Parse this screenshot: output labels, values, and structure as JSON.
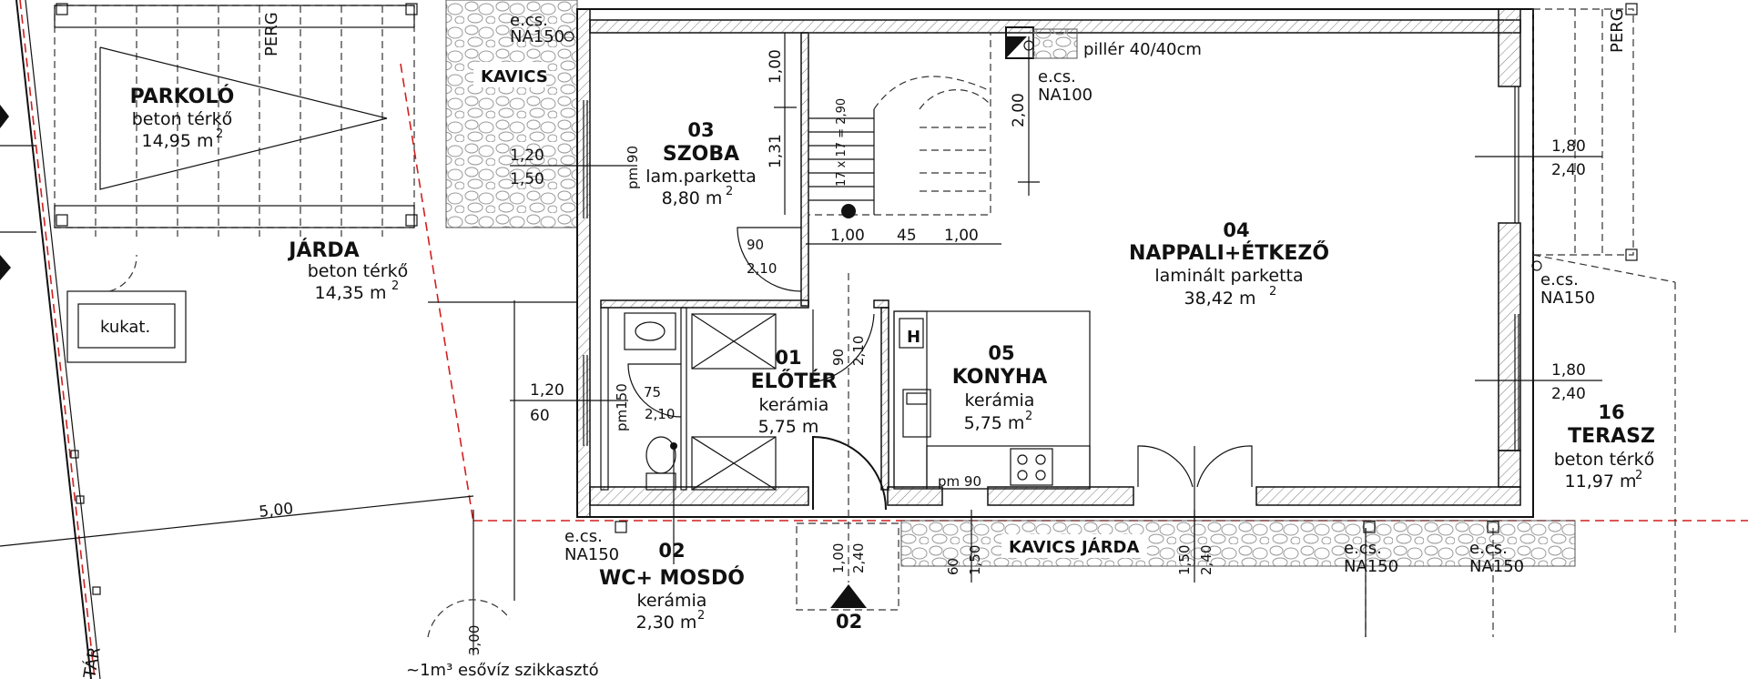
{
  "rooms": {
    "parkolo": {
      "name": "PARKOLÓ",
      "material": "beton térkő",
      "area": "14,95 m",
      "sup": "2"
    },
    "szoba": {
      "number": "03",
      "name": "SZOBA",
      "material": "lam.parketta",
      "area": "8,80 m",
      "sup": "2"
    },
    "nappali": {
      "number": "04",
      "name": "NAPPALI+ÉTKEZŐ",
      "material": "laminált parketta",
      "area": "38,42 m",
      "sup": "2"
    },
    "jarda": {
      "name": "JÁRDA",
      "material": "beton térkő",
      "area": "14,35 m",
      "sup": "2"
    },
    "eloter": {
      "number": "01",
      "name": "ELŐTÉR",
      "material": "kerámia",
      "area": "5,75 m"
    },
    "konyha": {
      "number": "05",
      "name": "KONYHA",
      "material": "kerámia",
      "area": "5,75 m",
      "sup": "2"
    },
    "terasz": {
      "number": "16",
      "name": "TERASZ",
      "material": "beton térkő",
      "area": "11,97 m",
      "sup": "2"
    },
    "wc": {
      "number": "02",
      "name": "WC+ MOSDÓ",
      "material": "kerámia",
      "area": "2,30 m",
      "sup": "2"
    }
  },
  "labels": {
    "kavics": "KAVICS",
    "kavics_jarda": "KAVICS JÁRDA",
    "pillar": "pillér 40/40cm",
    "kukat": "kukat.",
    "szikkaszto": "~1m³ esővíz szikkasztó",
    "perg_left": "PERG",
    "perg_right": "PERG",
    "tar": "TÁR",
    "h": "H",
    "entrance": "02",
    "stair": "17 x 17 = 2,90",
    "e_cs_1": "e.cs.",
    "na150_1": "NA150",
    "e_cs_2": "e.cs.",
    "na100": "NA100",
    "e_cs_3": "e.cs.",
    "na150_3": "NA150",
    "e_cs_4": "e.cs.",
    "na150_4": "NA150",
    "e_cs_5": "e.cs.",
    "na150_5": "NA150",
    "e_cs_6": "e.cs.",
    "na150_6": "NA150"
  },
  "dims": {
    "d100a": "1,00",
    "d131": "1,31",
    "d200": "2,00",
    "w120": "1,20",
    "w150": "1,50",
    "pm90a": "pm 90",
    "d90a": "90",
    "d210a": "2,10",
    "d100b": "1,00",
    "d45": "45",
    "d100c": "1,00",
    "w180a": "1,80",
    "w240a": "2,40",
    "w180b": "1,80",
    "w240b": "2,40",
    "d90b": "90",
    "d210b": "2,10",
    "w120b": "1,20",
    "w60": "60",
    "pm150": "pm150",
    "d75": "75",
    "d210c": "2,10",
    "pm90b": "pm 90",
    "d500": "5,00",
    "d100d": "1,00",
    "d240c": "2,40",
    "d60": "60",
    "d150b": "1,50",
    "d150c": "1,50",
    "d240d": "2,40",
    "d300": "3,00"
  }
}
